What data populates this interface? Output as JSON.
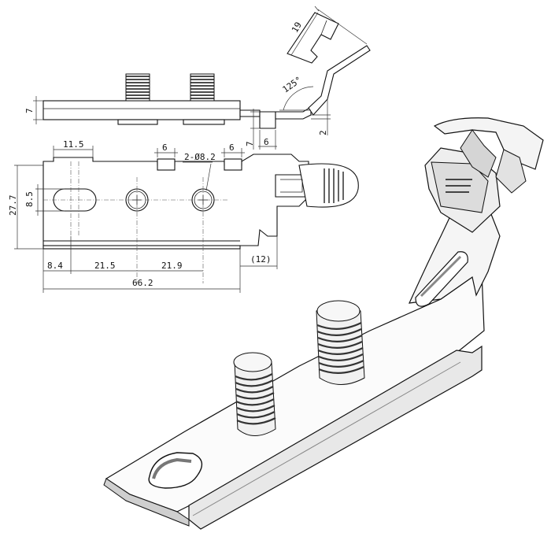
{
  "dimensions": {
    "top_height": "7",
    "bend_angle": "125°",
    "arm_length": "19",
    "tab_height": "7",
    "tab_width": "6",
    "tab_offset": "2",
    "slot_width": "11.5",
    "notch_a": "6",
    "holes": "2-Ø8.2",
    "notch_b": "6",
    "slot_height": "8.5",
    "overall_height": "27.7",
    "edge_offset": "8.4",
    "hole_spacing_1": "21.5",
    "hole_spacing_2": "21.9",
    "overall_length": "66.2",
    "ref_offset": "(12)"
  }
}
